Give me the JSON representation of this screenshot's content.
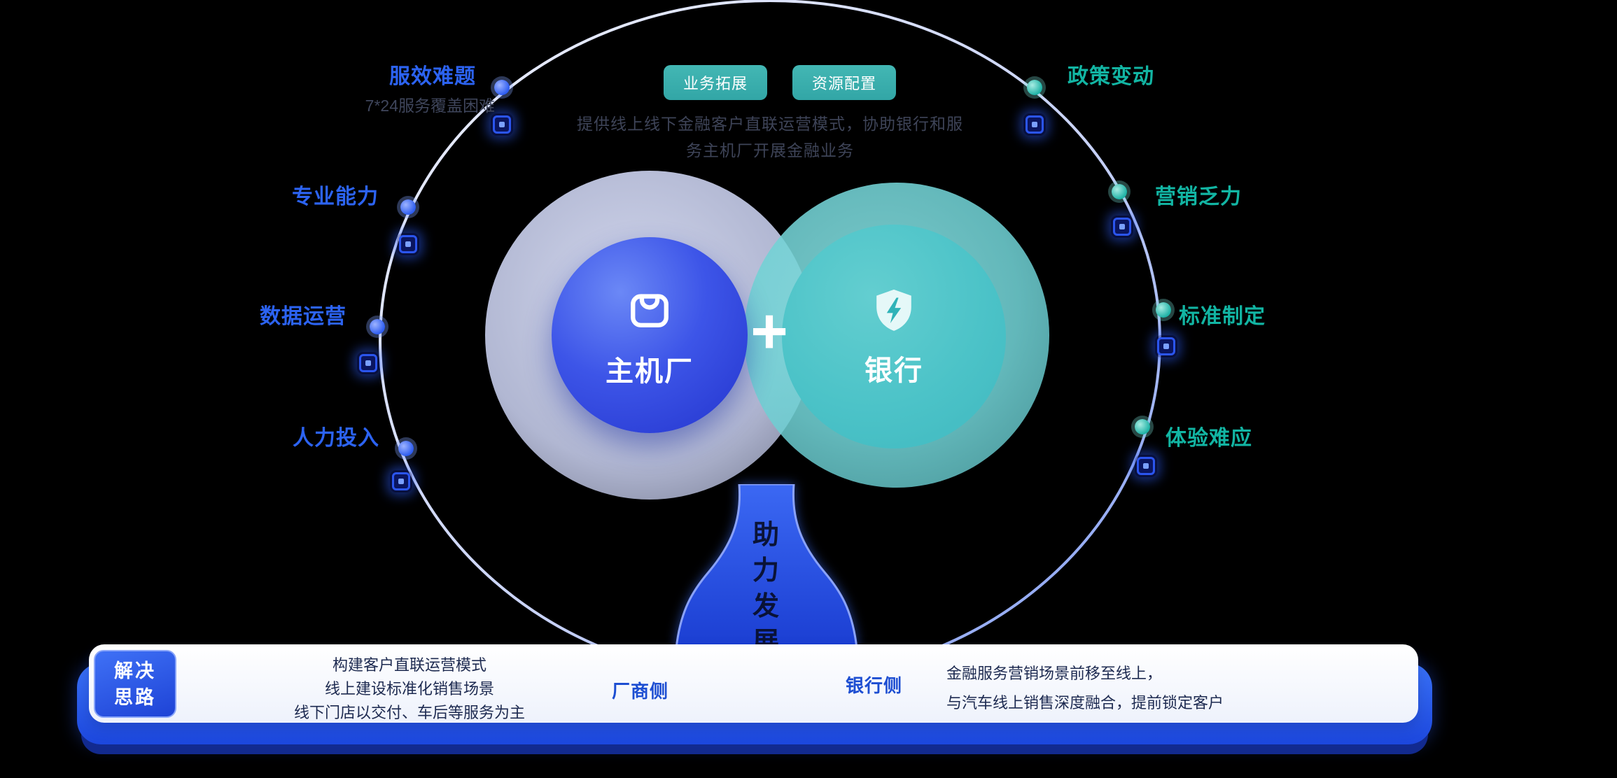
{
  "tags": {
    "items": [
      {
        "label": "业务拓展"
      },
      {
        "label": "资源配置"
      }
    ]
  },
  "intro": {
    "line1": "提供线上线下金融客户直联运营模式，协助银行和服",
    "line2": "务主机厂开展金融业务"
  },
  "left_pains": {
    "items": [
      {
        "label": "服效难题",
        "sub": "7*24服务覆盖困难"
      },
      {
        "label": "专业能力"
      },
      {
        "label": "数据运营"
      },
      {
        "label": "人力投入"
      }
    ]
  },
  "right_pains": {
    "items": [
      {
        "label": "政策变动"
      },
      {
        "label": "营销乏力"
      },
      {
        "label": "标准制定"
      },
      {
        "label": "体验难应"
      }
    ]
  },
  "venn": {
    "left_name": "主机厂",
    "plus": "+",
    "right_name": "银行"
  },
  "trunk": {
    "chars": [
      "助",
      "力",
      "发",
      "展"
    ]
  },
  "solution_bar": {
    "badge": {
      "line1": "解决",
      "line2": "思路"
    },
    "factory_plan_lines": [
      "构建客户直联运营模式",
      "线上建设标准化销售场景",
      "线下门店以交付、车后等服务为主"
    ],
    "factory_side_label": "厂商侧",
    "bank_side_label": "银行侧",
    "bank_plan_lines": [
      "金融服务营销场景前移至线上，",
      "与汽车线上销售深度融合，提前锁定客户"
    ]
  },
  "icons": {
    "factory_circle": "shopping-bag-icon",
    "bank_circle": "shield-lightning-icon",
    "orbit_nodes": "node-dot",
    "orbit_markers": "glow-marker-icon"
  },
  "colors": {
    "accent_blue": "#2c63f2",
    "accent_teal": "#12b5a3",
    "pill_teal": "#3ab1ae",
    "gray_text": "#3e4458",
    "solution_text": "#1d2a50",
    "circle_blue": "#3d55e8",
    "circle_teal": "#4cc3c8",
    "base_bar_blue": "#2e63f1"
  }
}
